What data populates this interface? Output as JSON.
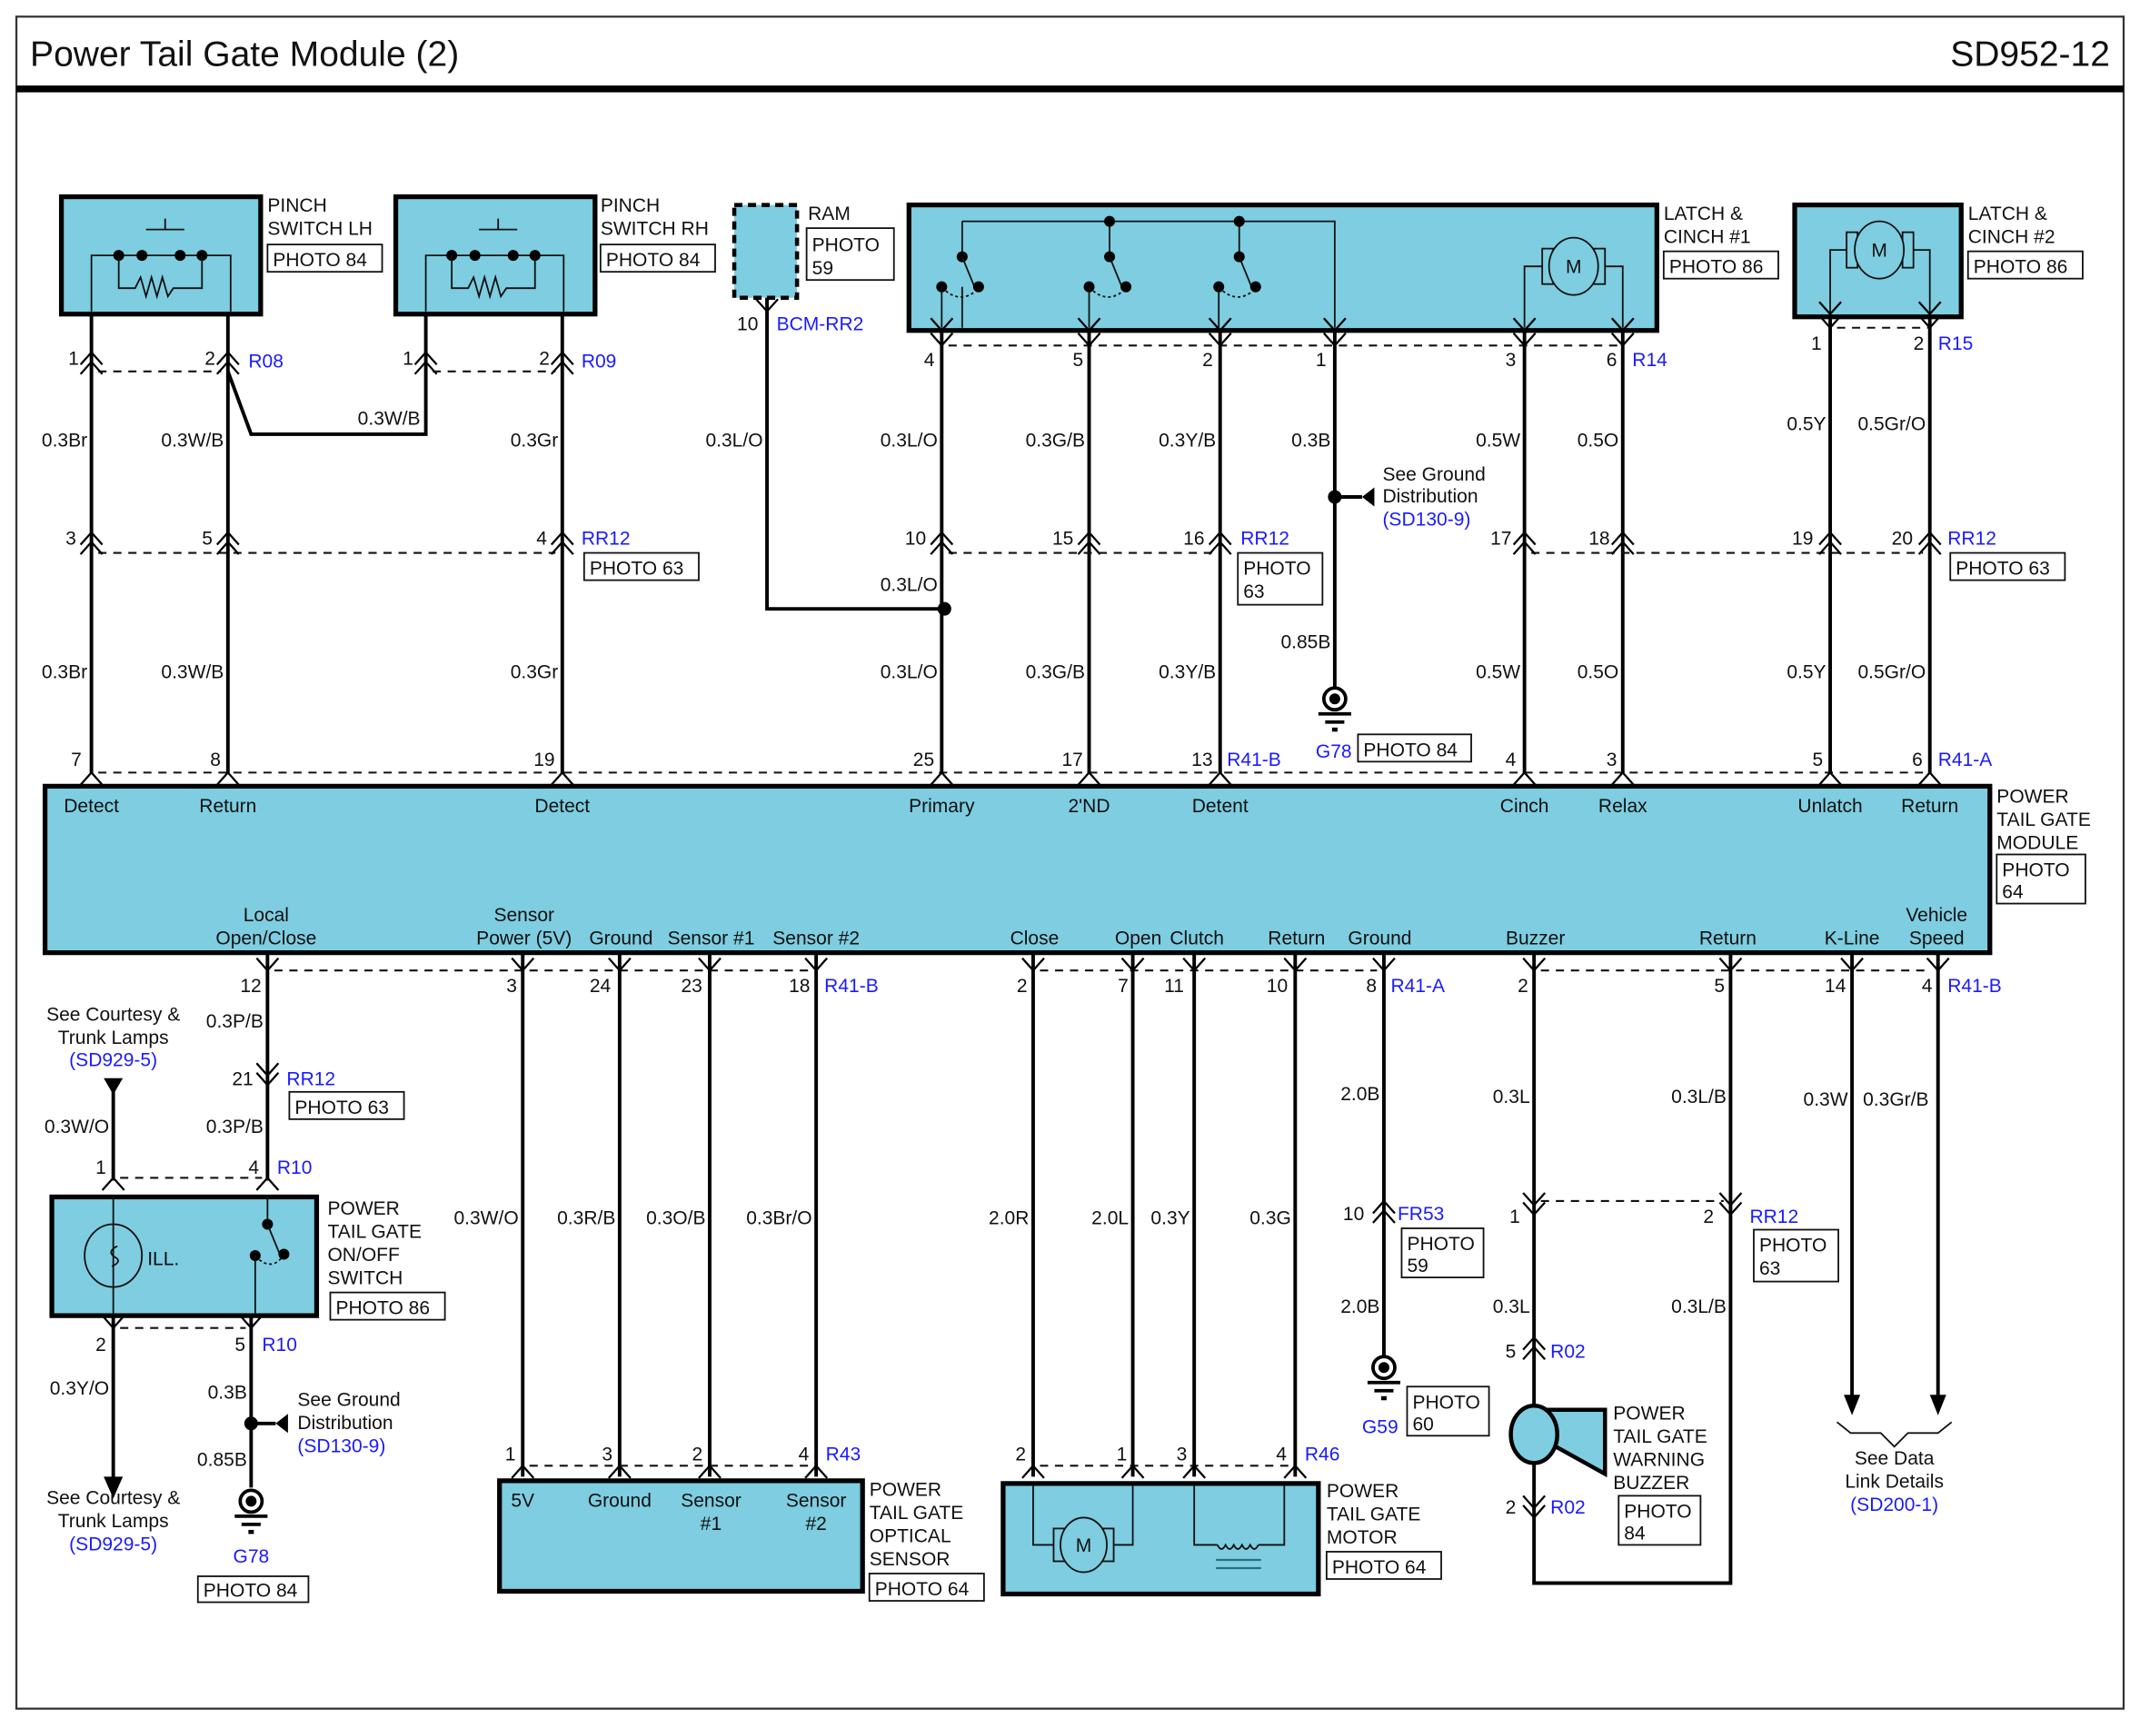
{
  "header": {
    "title": "Power Tail Gate Module (2)",
    "page_code": "SD952-12"
  },
  "colors": {
    "component_fill": "#7ecde0",
    "reference_text": "#1a1aff",
    "wire": "#000000"
  },
  "components": {
    "pinch_lh": {
      "name_l1": "PINCH",
      "name_l2": "SWITCH LH",
      "photo": "PHOTO 84",
      "connector": "R08",
      "pins": [
        "1",
        "2"
      ]
    },
    "pinch_rh": {
      "name_l1": "PINCH",
      "name_l2": "SWITCH RH",
      "photo": "PHOTO 84",
      "connector": "R09",
      "pins": [
        "1",
        "2"
      ]
    },
    "ram": {
      "name": "RAM",
      "photo_l1": "PHOTO",
      "photo_l2": "59",
      "pin": "10",
      "connector": "BCM-RR2"
    },
    "latch1": {
      "name_l1": "LATCH &",
      "name_l2": "CINCH #1",
      "photo": "PHOTO 86",
      "connector": "R14",
      "pins": [
        "4",
        "5",
        "2",
        "1",
        "3",
        "6"
      ],
      "motor": "M"
    },
    "latch2": {
      "name_l1": "LATCH &",
      "name_l2": "CINCH #2",
      "photo": "PHOTO 86",
      "connector": "R15",
      "pins": [
        "1",
        "2"
      ],
      "motor": "M"
    },
    "module": {
      "name_l1": "POWER",
      "name_l2": "TAIL GATE",
      "name_l3": "MODULE",
      "photo_l1": "PHOTO",
      "photo_l2": "64",
      "top_terminals": [
        "Detect",
        "Return",
        "Detect",
        "Primary",
        "2'ND",
        "Detent",
        "Cinch",
        "Relax",
        "Unlatch",
        "Return"
      ],
      "top_pins": [
        "7",
        "8",
        "19",
        "25",
        "17",
        "13",
        "4",
        "3",
        "5",
        "6"
      ],
      "top_connector_b": "R41-B",
      "top_connector_a": "R41-A",
      "bottom_terminals": {
        "local_l1": "Local",
        "local_l2": "Open/Close",
        "sensor_power_l1": "Sensor",
        "sensor_power_l2": "Power (5V)",
        "ground": "Ground",
        "sensor1": "Sensor #1",
        "sensor2": "Sensor #2",
        "close": "Close",
        "open": "Open",
        "clutch": "Clutch",
        "return": "Return",
        "ground2": "Ground",
        "buzzer": "Buzzer",
        "return2": "Return",
        "kline": "K-Line",
        "vs_l1": "Vehicle",
        "vs_l2": "Speed"
      },
      "bottom_pins": [
        "12",
        "3",
        "24",
        "23",
        "18",
        "2",
        "7",
        "11",
        "10",
        "8",
        "2",
        "5",
        "14",
        "4"
      ],
      "bottom_connector_b1": "R41-B",
      "bottom_connector_a": "R41-A",
      "bottom_connector_b2": "R41-B"
    },
    "onoff_switch": {
      "name_l1": "POWER",
      "name_l2": "TAIL GATE",
      "name_l3": "ON/OFF",
      "name_l4": "SWITCH",
      "photo": "PHOTO 86",
      "lamp_label": "ILL.",
      "connector": "R10",
      "pins": [
        "1",
        "4",
        "2",
        "5"
      ]
    },
    "optical_sensor": {
      "name_l1": "POWER",
      "name_l2": "TAIL GATE",
      "name_l3": "OPTICAL",
      "name_l4": "SENSOR",
      "photo": "PHOTO 64",
      "connector": "R43",
      "pins": [
        "1",
        "3",
        "2",
        "4"
      ],
      "terminals": [
        "5V",
        "Ground",
        "Sensor",
        "#1",
        "Sensor",
        "#2"
      ]
    },
    "motor": {
      "name_l1": "POWER",
      "name_l2": "TAIL GATE",
      "name_l3": "MOTOR",
      "photo": "PHOTO 64",
      "connector": "R46",
      "pins": [
        "2",
        "1",
        "3",
        "4"
      ],
      "motor": "M"
    },
    "buzzer": {
      "name_l1": "POWER",
      "name_l2": "TAIL GATE",
      "name_l3": "WARNING",
      "name_l4": "BUZZER",
      "photo_l1": "PHOTO",
      "photo_l2": "84",
      "connector": "R02",
      "pin_top": "5",
      "pin_bottom": "2"
    }
  },
  "connectors": {
    "rr12_top": {
      "name": "RR12",
      "photo": "PHOTO 63",
      "pins": [
        "3",
        "5",
        "4"
      ]
    },
    "rr12_mid": {
      "name": "RR12",
      "photo_l1": "PHOTO",
      "photo_l2": "63",
      "pins": [
        "10",
        "15",
        "16"
      ]
    },
    "rr12_right": {
      "name": "RR12",
      "photo": "PHOTO 63",
      "pins": [
        "17",
        "18",
        "19",
        "20"
      ]
    },
    "rr12_local": {
      "name": "RR12",
      "photo": "PHOTO 63",
      "pin": "21"
    },
    "rr12_buzzer": {
      "name": "RR12",
      "photo_l1": "PHOTO",
      "photo_l2": "63",
      "pins": [
        "1",
        "2"
      ]
    },
    "fr53": {
      "name": "FR53",
      "photo_l1": "PHOTO",
      "photo_l2": "59",
      "pin": "10"
    }
  },
  "grounds": {
    "g78_top": {
      "name": "G78",
      "photo": "PHOTO 84"
    },
    "g78_bottom": {
      "name": "G78",
      "photo": "PHOTO 84"
    },
    "g59": {
      "name": "G59",
      "photo_l1": "PHOTO",
      "photo_l2": "60"
    }
  },
  "references": {
    "ground_dist_l1": "See Ground",
    "ground_dist_l2": "Distribution",
    "ground_dist_ref": "(SD130-9)",
    "courtesy_l1": "See Courtesy &",
    "courtesy_l2": "Trunk Lamps",
    "courtesy_ref": "(SD929-5)",
    "datalink_l1": "See Data",
    "datalink_l2": "Link Details",
    "datalink_ref": "(SD200-1)"
  },
  "wires": {
    "pinch_lh_1": "0.3Br",
    "pinch_lh_2": "0.3W/B",
    "pinch_link": "0.3W/B",
    "pinch_rh_2": "0.3Gr",
    "ram": "0.3L/O",
    "l4": "0.3L/O",
    "l5": "0.3G/B",
    "l2": "0.3Y/B",
    "l1": "0.3B",
    "l1_ground": "0.85B",
    "l3": "0.5W",
    "l6": "0.5O",
    "l2_1": "0.5Y",
    "l2_2": "0.5Gr/O",
    "junction": "0.3L/O",
    "local": "0.3P/B",
    "courtesy": "0.3W/O",
    "switch_2": "0.3Y/O",
    "switch_5": "0.3B",
    "switch_ground": "0.85B",
    "sensor_5v": "0.3W/O",
    "sensor_gnd": "0.3R/B",
    "sensor_1": "0.3O/B",
    "sensor_2": "0.3Br/O",
    "close": "2.0R",
    "open": "2.0L",
    "clutch": "0.3Y",
    "return": "0.3G",
    "ground": "2.0B",
    "buzzer": "0.3L",
    "buzzer_ret": "0.3L/B",
    "kline": "0.3W",
    "vs": "0.3Gr/B"
  }
}
